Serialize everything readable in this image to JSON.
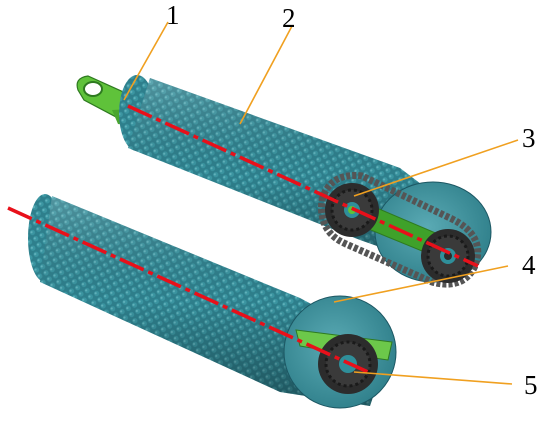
{
  "figure": {
    "callouts": [
      {
        "id": "1",
        "label": "1"
      },
      {
        "id": "2",
        "label": "2"
      },
      {
        "id": "3",
        "label": "3"
      },
      {
        "id": "4",
        "label": "4"
      },
      {
        "id": "5",
        "label": "5"
      }
    ]
  },
  "colors": {
    "roller_body": "#2e7f8c",
    "roller_dark": "#1c5763",
    "roller_light": "#4aa3ad",
    "roller_end": "#4a9aa5",
    "axis_line": "#e8101a",
    "leader_line": "#f0a020",
    "bracket_green": "#5fc23a",
    "bracket_dark": "#2e7a20",
    "sprocket_dark": "#2c2c2c",
    "chain": "#555555"
  }
}
